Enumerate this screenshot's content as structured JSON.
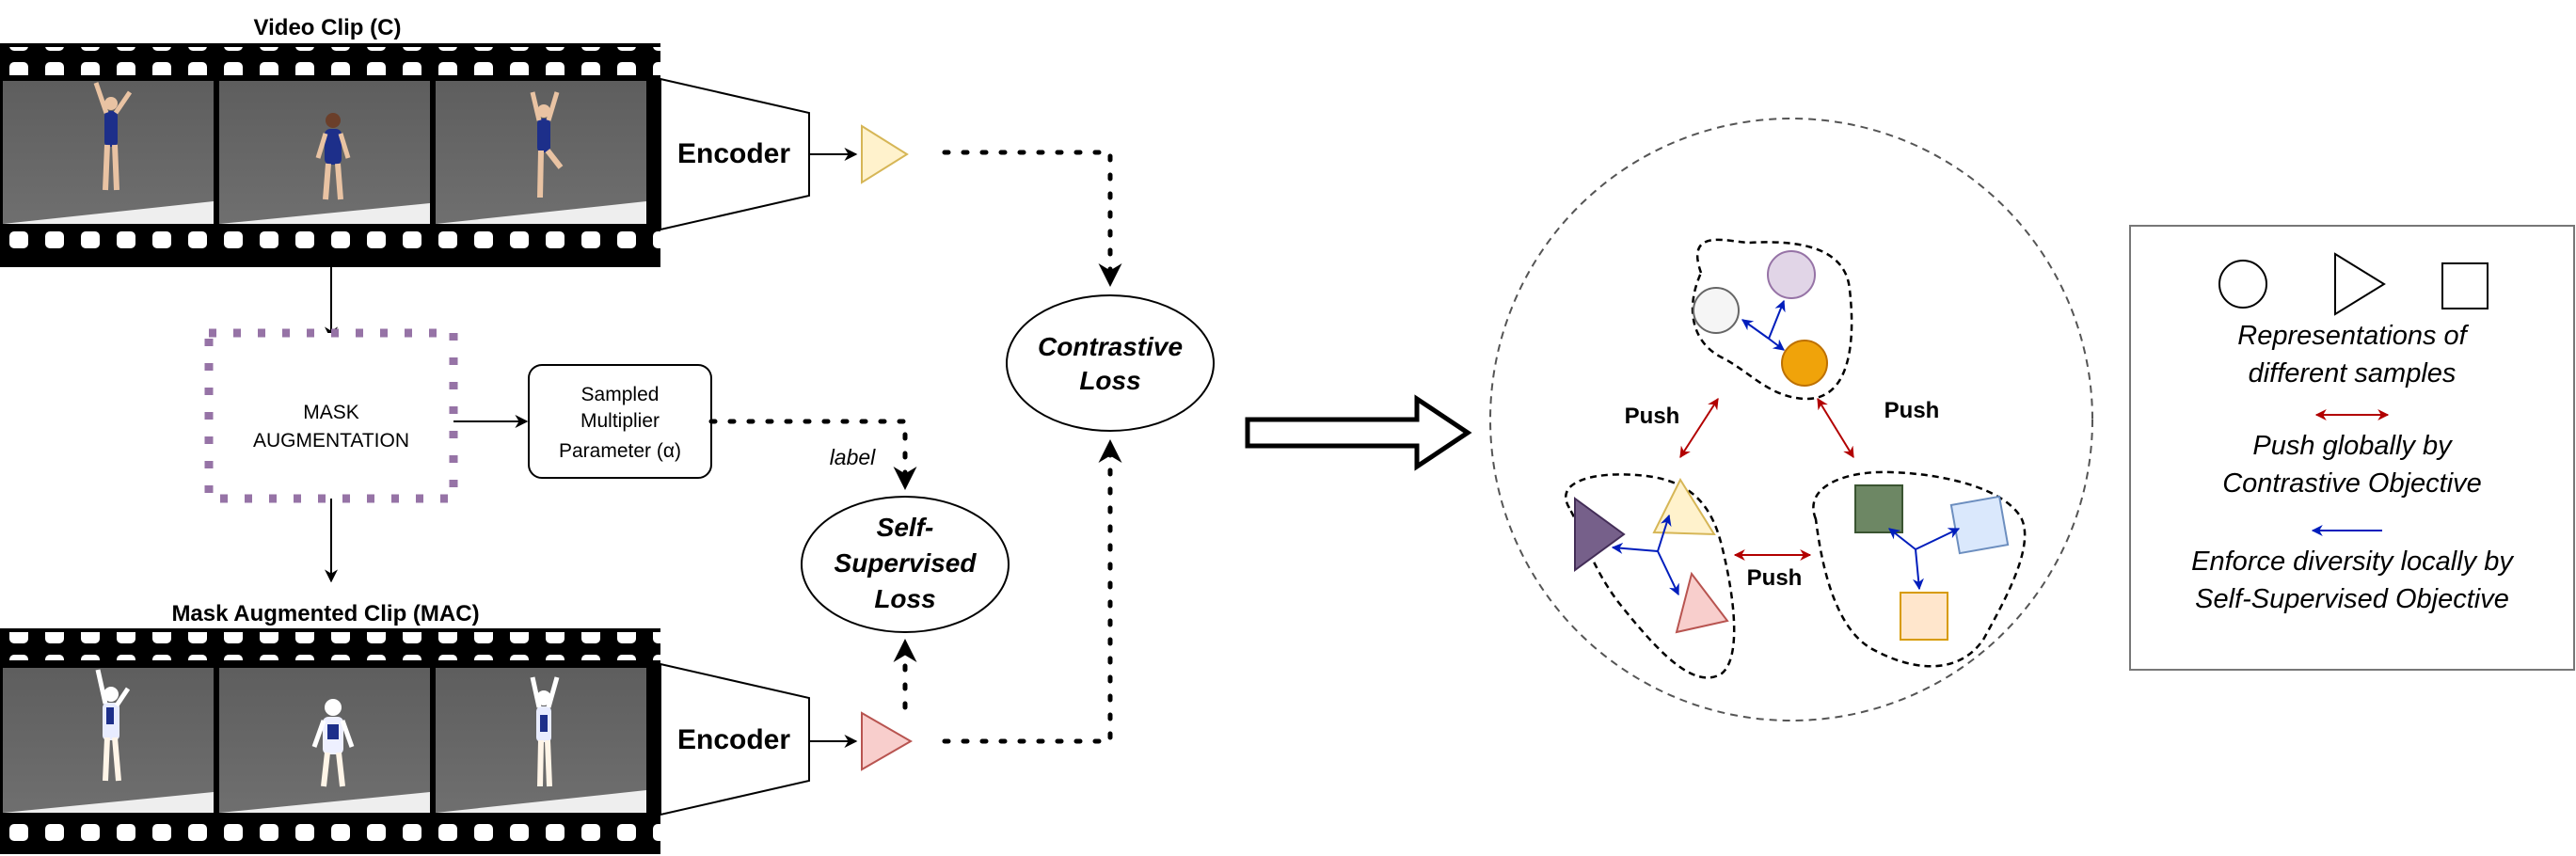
{
  "top_clip": {
    "title": "Video Clip (C)"
  },
  "bottom_clip": {
    "title": "Mask Augmented Clip (MAC)"
  },
  "encoder": {
    "label_top": "Encoder",
    "label_bottom": "Encoder"
  },
  "mask_augmentation": {
    "line1": "MASK",
    "line2": "AUGMENTATION"
  },
  "sampled_param": {
    "line1": "Sampled",
    "line2": "Multiplier",
    "line3": "Parameter (α)"
  },
  "label_text": "label",
  "contrastive_loss": {
    "line1": "Contrastive",
    "line2": "Loss"
  },
  "self_supervised_loss": {
    "line1": "Self-",
    "line2": "Supervised",
    "line3": "Loss"
  },
  "push_labels": [
    "Push",
    "Push",
    "Push"
  ],
  "legend": {
    "line1": "Representations of",
    "line2": "different samples",
    "line3": "Push globally by",
    "line4": "Contrastive Objective",
    "line5": "Enforce diversity locally by",
    "line6": "Self-Supervised Objective"
  },
  "colors": {
    "triangle_top": "#fff2cc",
    "triangle_top_stroke": "#d6b656",
    "triangle_bottom": "#f8cecc",
    "triangle_bottom_stroke": "#b85450",
    "mask_border": "#9673a6",
    "push_arrow": "#b20000",
    "local_arrow": "#001dbc",
    "circle_grey": "#f5f5f5",
    "circle_purple": "#e1d5e7",
    "circle_orange": "#f0a30a",
    "tri_dark_purple": "#76608a",
    "square_green": "#6d8764",
    "square_blue": "#dae8fc",
    "square_peach": "#ffe6cc"
  }
}
